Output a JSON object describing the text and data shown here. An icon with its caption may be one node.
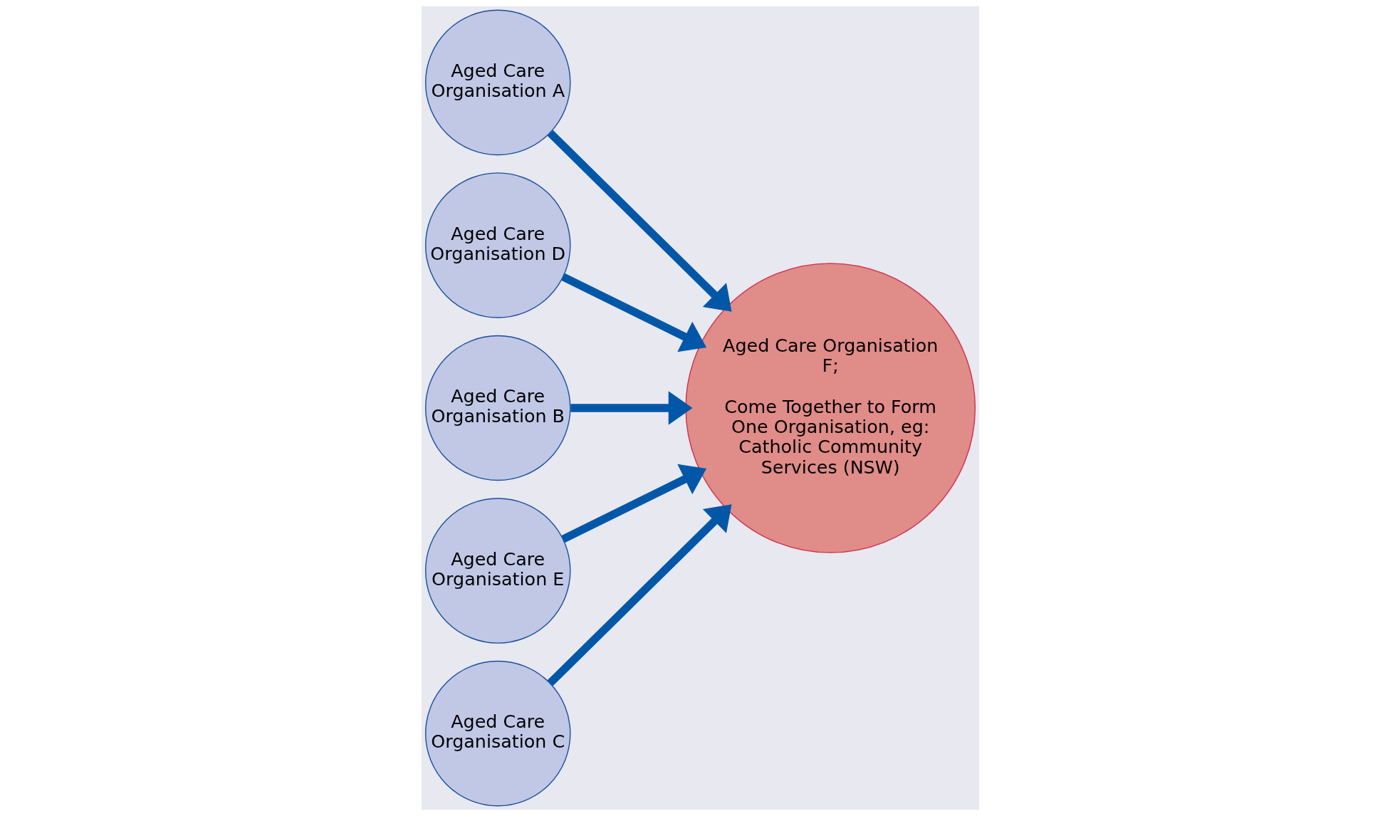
{
  "diagram": {
    "nodes": [
      {
        "text": [
          "Aged Care Organisation A"
        ]
      },
      {
        "text": [
          "Aged Care Organisation D"
        ]
      },
      {
        "text": [
          "Aged Care Organisation B"
        ]
      },
      {
        "text": [
          "Aged Care Organisation E"
        ]
      },
      {
        "text": [
          "Aged Care Organisation C"
        ]
      },
      {
        "text": [
          "Aged Care Organisation F;",
          "Come Together to Form One Organisation, eg: Catholic Community Services (NSW)"
        ]
      }
    ],
    "edges": [
      {
        "from": 0,
        "to": 5,
        "arrow": "to"
      },
      {
        "from": 1,
        "to": 5,
        "arrow": "to"
      },
      {
        "from": 2,
        "to": 5,
        "arrow": "to"
      },
      {
        "from": 3,
        "to": 5,
        "arrow": "to"
      },
      {
        "from": 4,
        "to": 5,
        "arrow": "to"
      }
    ]
  }
}
